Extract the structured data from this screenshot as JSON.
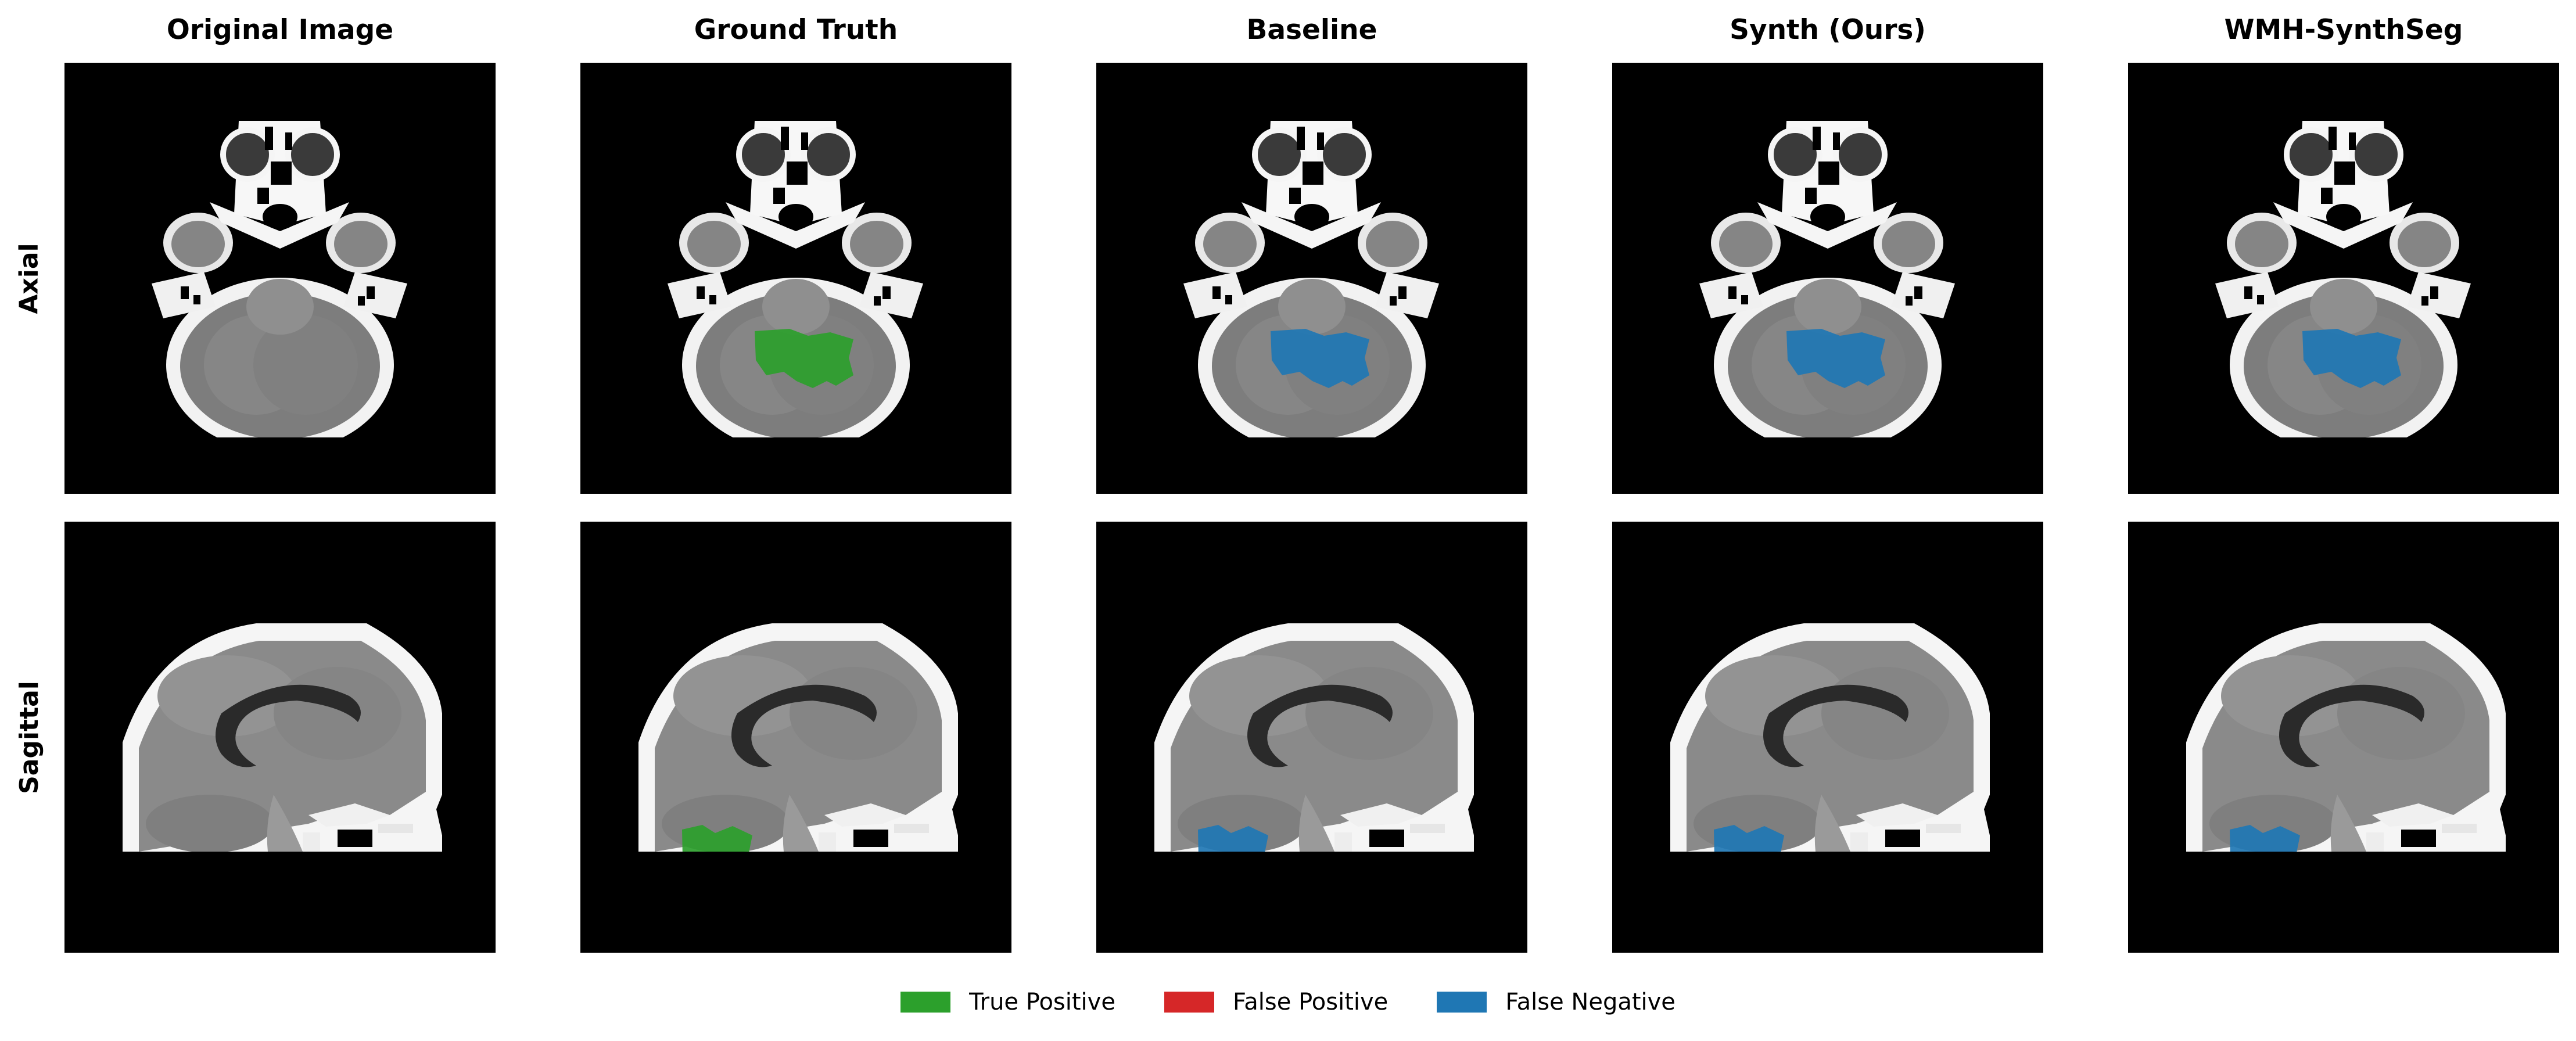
{
  "columns": [
    {
      "title": "Original Image",
      "overlay": "none"
    },
    {
      "title": "Ground Truth",
      "overlay": "true_positive"
    },
    {
      "title": "Baseline",
      "overlay": "false_negative"
    },
    {
      "title": "Synth (Ours)",
      "overlay": "false_negative"
    },
    {
      "title": "WMH-SynthSeg",
      "overlay": "false_negative"
    }
  ],
  "rows": [
    {
      "label": "Axial",
      "view": "axial"
    },
    {
      "label": "Sagittal",
      "view": "sagittal"
    }
  ],
  "legend": [
    {
      "label": "True Positive",
      "color": "#2ca02c"
    },
    {
      "label": "False Positive",
      "color": "#d62728"
    },
    {
      "label": "False Negative",
      "color": "#1f77b4"
    }
  ],
  "colors": {
    "true_positive": "#2ca02c",
    "false_positive": "#d62728",
    "false_negative": "#1f77b4",
    "background": "#000000"
  }
}
